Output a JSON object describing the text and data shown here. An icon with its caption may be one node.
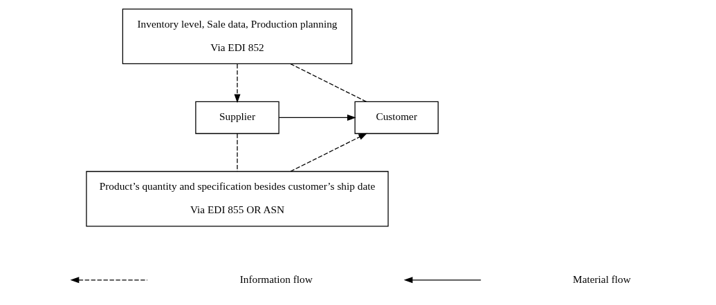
{
  "diagram": {
    "nodes": [
      {
        "text": [
          "Inventory level, Sale data, Production planning",
          "Via EDI 852"
        ]
      },
      {
        "text": [
          "Supplier"
        ]
      },
      {
        "text": [
          "Customer"
        ]
      },
      {
        "text": [
          "Product’s quantity and specification besides customer’s ship date",
          "Via EDI 855 OR ASN"
        ]
      }
    ],
    "edges": [
      {
        "from": 2,
        "to": 0,
        "arrow": "none",
        "style": "dashed"
      },
      {
        "from": 0,
        "to": 1,
        "arrow": "to",
        "style": "dashed"
      },
      {
        "from": 1,
        "to": 2,
        "arrow": "to"
      },
      {
        "from": 1,
        "to": 3,
        "arrow": "none",
        "style": "dashed"
      },
      {
        "from": 3,
        "to": 2,
        "arrow": "to",
        "style": "dashed"
      }
    ],
    "legend": [
      {
        "text": "Information flow"
      },
      {
        "text": "Material flow"
      }
    ]
  }
}
